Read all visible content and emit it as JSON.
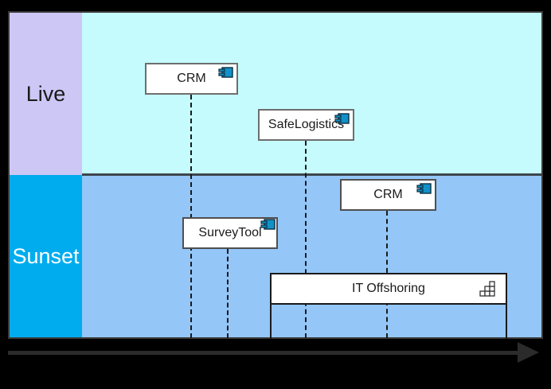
{
  "diagram": {
    "type": "application-lifecycle-roadmap",
    "lanes": [
      {
        "label": "Live",
        "band_color": "#cdc7f5",
        "content_color": "#c5fbfd",
        "text_color": "#1a1a1a"
      },
      {
        "label": "Sunset",
        "band_color": "#00acee",
        "content_color": "#94c6f8",
        "text_color": "#ffffff"
      }
    ],
    "components": [
      {
        "label": "CRM",
        "lane": "Live"
      },
      {
        "label": "SafeLogistics",
        "lane": "Live"
      },
      {
        "label": "CRM",
        "lane": "Sunset"
      },
      {
        "label": "SurveyTool",
        "lane": "Sunset"
      }
    ],
    "plateau": {
      "label": "IT Offshoring",
      "lane": "Sunset"
    },
    "colors": {
      "component_icon": "#1291c8",
      "component_icon_outline": "#0b2e40",
      "box_border_live": "#6e6e6e",
      "box_border_sunset": "#4f4f4f",
      "plateau_border": "#1a1a1a",
      "dashed_line": "#1a1a1a",
      "lane_separator": "#3d464d",
      "timeline_arrow": "#2b2b2b",
      "background": "#000000"
    }
  }
}
